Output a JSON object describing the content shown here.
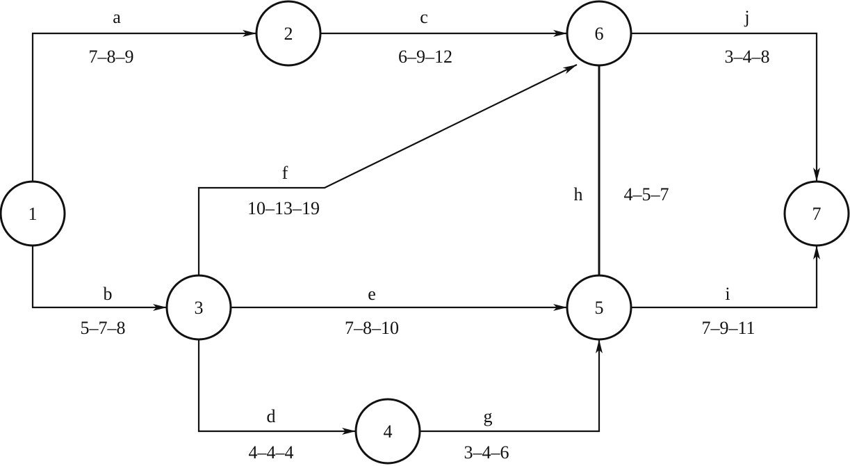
{
  "nodes": {
    "n1": "1",
    "n2": "2",
    "n3": "3",
    "n4": "4",
    "n5": "5",
    "n6": "6",
    "n7": "7"
  },
  "edges": {
    "a": {
      "name": "a",
      "times": "7–8–9"
    },
    "b": {
      "name": "b",
      "times": "5–7–8"
    },
    "c": {
      "name": "c",
      "times": "6–9–12"
    },
    "d": {
      "name": "d",
      "times": "4–4–4"
    },
    "e": {
      "name": "e",
      "times": "7–8–10"
    },
    "f": {
      "name": "f",
      "times": "10–13–19"
    },
    "g": {
      "name": "g",
      "times": "3–4–6"
    },
    "h": {
      "name": "h",
      "times": "4–5–7"
    },
    "i": {
      "name": "i",
      "times": "7–9–11"
    },
    "j": {
      "name": "j",
      "times": "3–4–8"
    }
  }
}
